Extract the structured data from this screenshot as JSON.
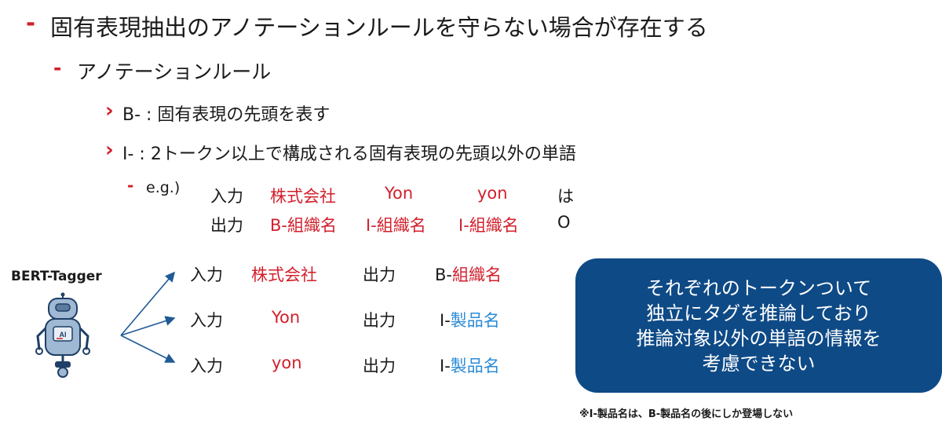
{
  "bullets": {
    "l1": {
      "marker": "-",
      "text": "固有表現抽出のアノテーションルールを守らない場合が存在する"
    },
    "l2": {
      "marker": "-",
      "text": "アノテーションルール"
    },
    "rule_b": {
      "marker": "›",
      "text": "B- : 固有表現の先頭を表す"
    },
    "rule_i": {
      "marker": "›",
      "text": "I- : 2トークン以上で構成される固有表現の先頭以外の単語"
    },
    "example": {
      "marker": "-",
      "text": "e.g.)"
    }
  },
  "example_table": {
    "input_label": "入力",
    "output_label": "出力",
    "input_tokens": [
      "株式会社",
      "Yon",
      "yon",
      "は"
    ],
    "output_tags": [
      "B-組織名",
      "I-組織名",
      "I-組織名",
      "O"
    ]
  },
  "tagger": {
    "title": "BERT-Tagger",
    "robot_badge": "AI",
    "rows": [
      {
        "input_label": "入力",
        "input": "株式会社",
        "output_label": "出力",
        "tag_prefix": "B-",
        "tag_name": "組織名"
      },
      {
        "input_label": "入力",
        "input": "Yon",
        "output_label": "出力",
        "tag_prefix": "I-",
        "tag_name": "製品名"
      },
      {
        "input_label": "入力",
        "input": "yon",
        "output_label": "出力",
        "tag_prefix": "I-",
        "tag_name": "製品名"
      }
    ]
  },
  "callout": {
    "lines": [
      "それぞれのトークンついて",
      "独立にタグを推論しており",
      "推論対象以外の単語の情報を",
      "考慮できない"
    ]
  },
  "footnote": "※I-製品名は、B-製品名の後にしか登場しない",
  "colors": {
    "accent_red": "#d21f2b",
    "accent_blue": "#2a8ad6",
    "callout_bg": "#0e4a86",
    "arrow": "#1f5a96"
  }
}
